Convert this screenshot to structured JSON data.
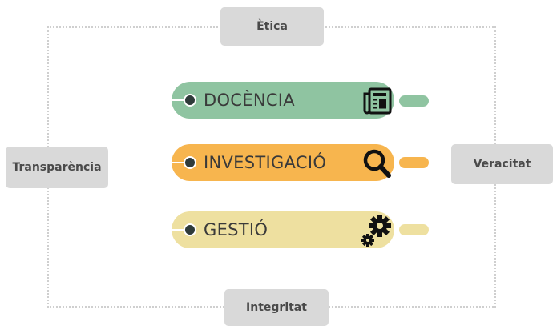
{
  "corners": {
    "top": "Ètica",
    "left": "Transparència",
    "right": "Veracitat",
    "bottom": "Integritat"
  },
  "areas": [
    {
      "label": "DOCÈNCIA",
      "icon": "newspaper-icon",
      "color": "#8fc4a1"
    },
    {
      "label": "INVESTIGACIÓ",
      "icon": "magnifier-icon",
      "color": "#f7b54e"
    },
    {
      "label": "GESTIÓ",
      "icon": "gears-icon",
      "color": "#eee0a0"
    }
  ]
}
